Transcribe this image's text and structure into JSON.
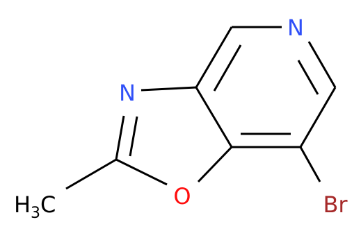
{
  "structure": {
    "atoms": [
      {
        "id": "n-pyridine",
        "symbol": "N",
        "color": "#3050F8"
      },
      {
        "id": "n-oxazole",
        "symbol": "N",
        "color": "#3050F8"
      },
      {
        "id": "o-oxazole",
        "symbol": "O",
        "color": "#FF0D0D"
      },
      {
        "id": "br",
        "symbol": "Br",
        "color": "#A62929"
      },
      {
        "id": "methyl",
        "symbol": "H",
        "subscript": "3",
        "suffix": "C",
        "color": "#000000"
      }
    ],
    "bond_color": "#000000"
  }
}
